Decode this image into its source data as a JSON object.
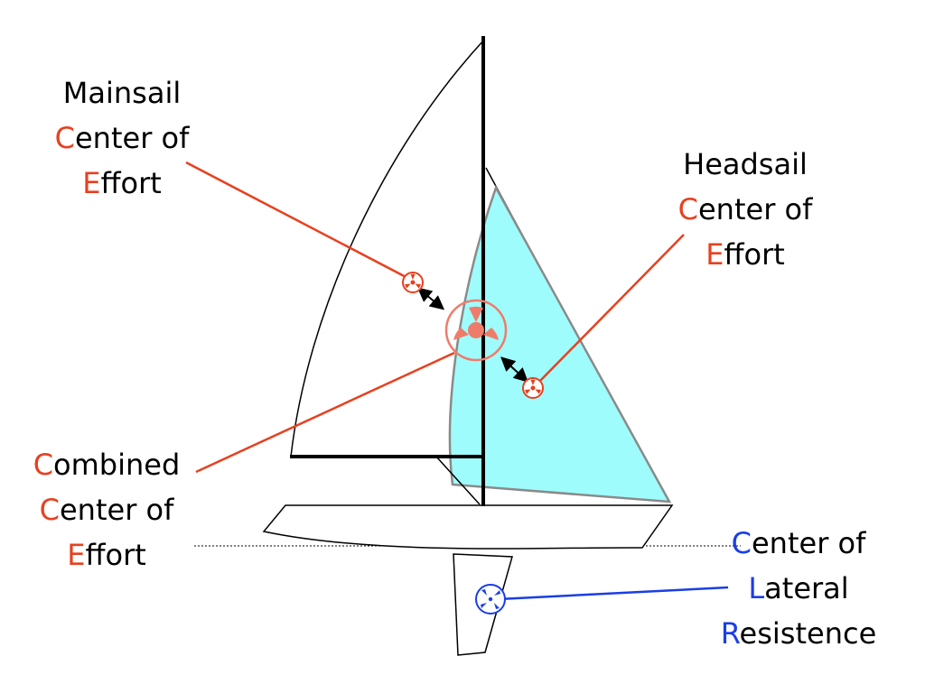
{
  "labels": {
    "mainsail": {
      "line1": "Mainsail",
      "line2_initial": "C",
      "line2_rest": "enter of",
      "line3_initial": "E",
      "line3_rest": "ffort"
    },
    "headsail": {
      "line1": "Headsail",
      "line2_initial": "C",
      "line2_rest": "enter of",
      "line3_initial": "E",
      "line3_rest": "ffort"
    },
    "combined": {
      "line1_initial": "C",
      "line1_rest": "ombined",
      "line2_initial": "C",
      "line2_rest": "enter of",
      "line3_initial": "E",
      "line3_rest": "ffort"
    },
    "lateral": {
      "line1_initial": "C",
      "line1_rest": "enter of",
      "line2_initial": "L",
      "line2_rest": "ateral",
      "line3_initial": "R",
      "line3_rest": "esistence"
    }
  },
  "colors": {
    "effort_red": "#e8401f",
    "lateral_blue": "#1a3ee6",
    "jib_fill": "#9ffcfc",
    "combined_marker": "#ef7c6a"
  },
  "icons": [
    "center-of-effort-marker-icon",
    "center-of-lateral-resistance-marker-icon",
    "double-headed-arrow-icon"
  ]
}
